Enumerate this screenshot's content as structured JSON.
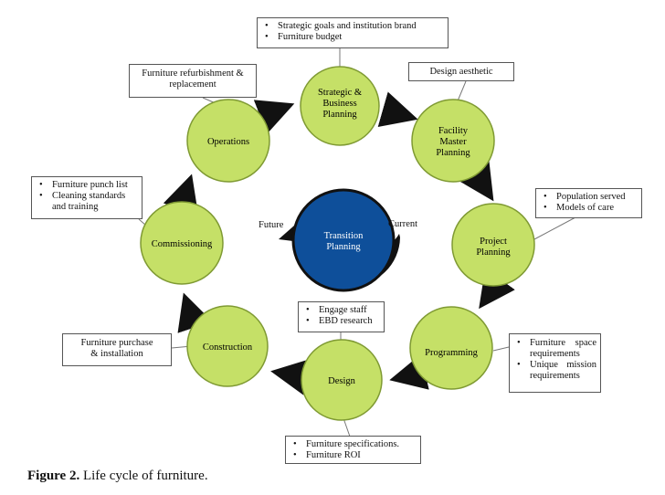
{
  "colors": {
    "node_fill": "#c5e067",
    "node_stroke": "#7f9a33",
    "center_fill": "#0e4f9a",
    "arrow": "#111111"
  },
  "center": {
    "label_line1": "Transition",
    "label_line2": "Planning",
    "left_label": "Future",
    "right_label": "Current"
  },
  "nodes": [
    {
      "id": "strategic",
      "lines": [
        "Strategic &",
        "Business",
        "Planning"
      ]
    },
    {
      "id": "facility",
      "lines": [
        "Facility",
        "Master",
        "Planning"
      ]
    },
    {
      "id": "project",
      "lines": [
        "Project",
        "Planning"
      ]
    },
    {
      "id": "programming",
      "lines": [
        "Programming"
      ]
    },
    {
      "id": "design",
      "lines": [
        "Design"
      ]
    },
    {
      "id": "construction",
      "lines": [
        "Construction"
      ]
    },
    {
      "id": "commissioning",
      "lines": [
        "Commissioning"
      ]
    },
    {
      "id": "operations",
      "lines": [
        "Operations"
      ]
    }
  ],
  "notes": {
    "strategic": [
      "Strategic goals and institution brand",
      "Furniture budget"
    ],
    "facility": "Design aesthetic",
    "project": [
      "Population served",
      "Models of care"
    ],
    "programming": [
      "Furniture space requirements",
      "Unique mission requirements"
    ],
    "design_top": [
      "Engage staff",
      "EBD research"
    ],
    "design_bottom": [
      "Furniture specifications.",
      "Furniture ROI"
    ],
    "construction": [
      "Furniture purchase",
      "& installation"
    ],
    "commissioning": [
      "Furniture punch list",
      "Cleaning standards and training"
    ],
    "operations": [
      "Furniture refurbishment &",
      "replacement"
    ]
  },
  "caption": {
    "label": "Figure 2.",
    "text": " Life cycle of furniture."
  }
}
